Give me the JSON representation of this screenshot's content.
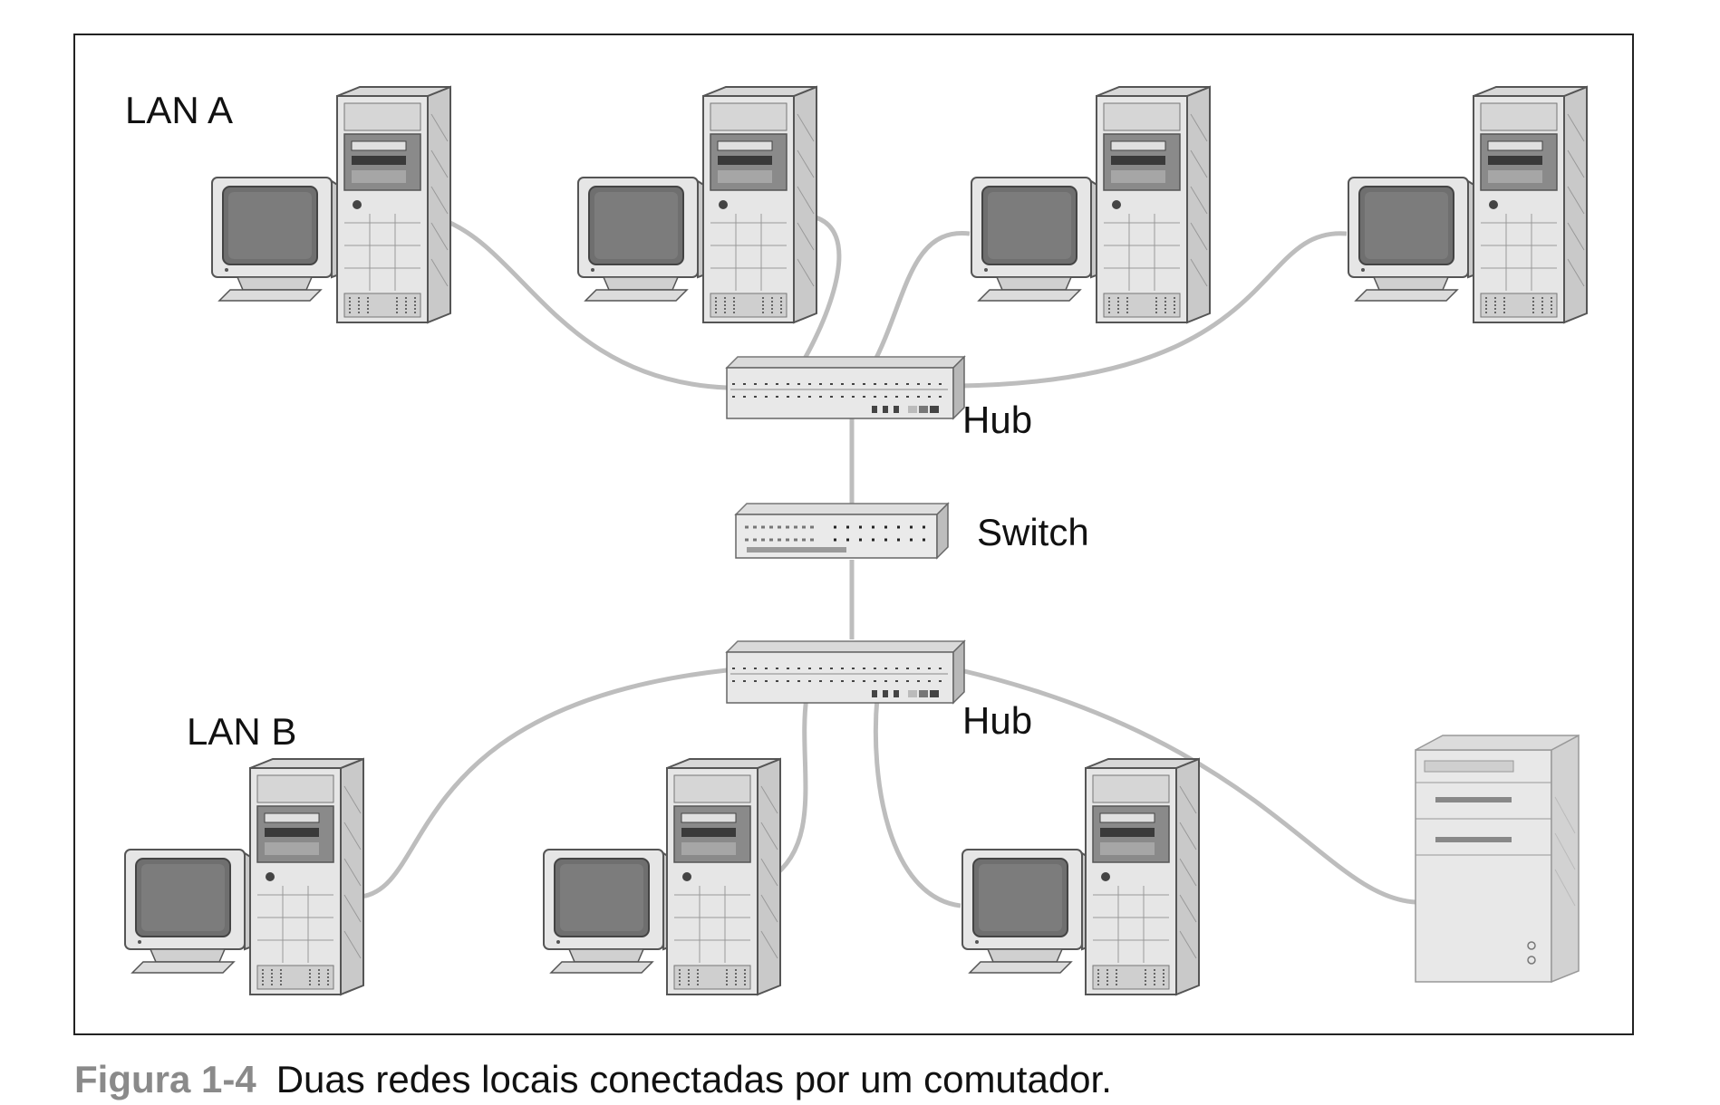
{
  "labels": {
    "lan_a": "LAN A",
    "lan_b": "LAN B",
    "hub_top": "Hub",
    "switch": "Switch",
    "hub_bottom": "Hub"
  },
  "caption": {
    "number": "Figura 1-4",
    "text": "Duas redes locais conectadas por um comutador."
  },
  "colors": {
    "cable": "#bdbdbd",
    "device_body": "#e4e4e4",
    "device_side": "#c8c8c8",
    "device_outline": "#555555",
    "screen": "#6f6f6f",
    "caption_number": "#8a8a8a"
  },
  "icons": [
    "workstation-icon",
    "hub-icon",
    "switch-icon",
    "server-icon"
  ]
}
